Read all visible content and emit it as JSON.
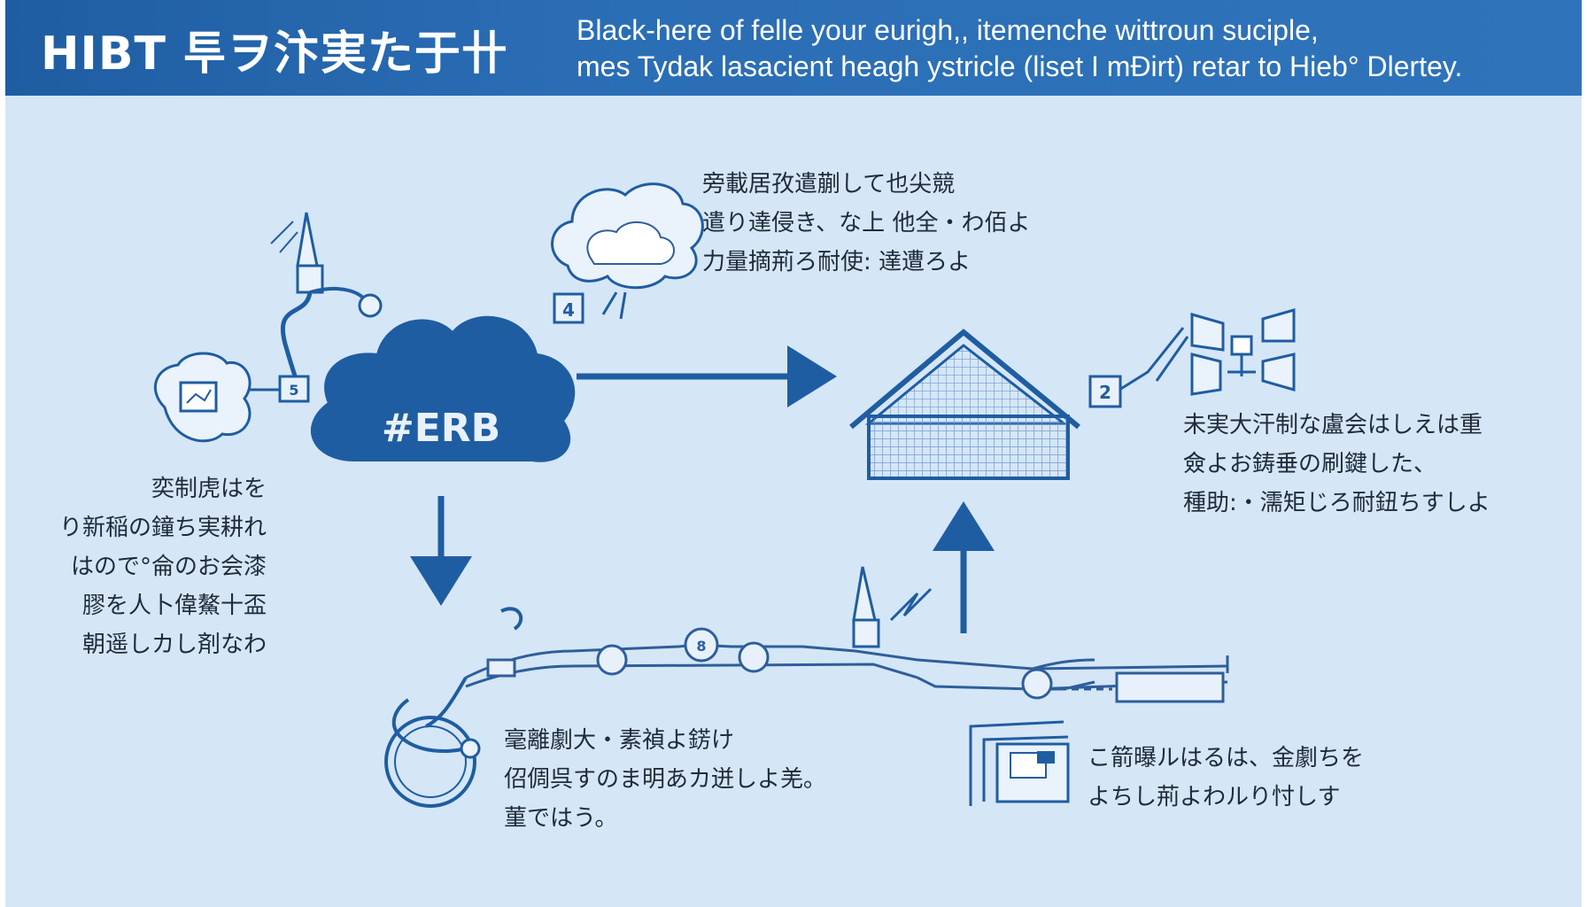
{
  "header": {
    "title": "HIBT 투ヲ汴実た于卄",
    "description_lines": [
      "Black-here of felle your eurigh,, itemenche wittroun suciple,",
      "mes Tydak lasacient heagh ystricle (liset I mÐirt) retar to Hieb° Dlertey."
    ]
  },
  "hub": {
    "label": "#ERB"
  },
  "badges": {
    "top_center": "4",
    "left": "5",
    "right": "2",
    "bottom_left": "8"
  },
  "text_blocks": {
    "top_center": [
      "旁載居孜遣蒯して也尖競",
      "遣り達侵き、な上 他全・わ佰よ",
      "力量摘荊ろ耐使: 達遭ろよ"
    ],
    "left": [
      "奕制虎はを",
      "り新稲の鐘ち実耕れ",
      "はので°侖のお会漆",
      "膠を人卜偉鰲十盃",
      "朝遥しカし剤なわ"
    ],
    "right": [
      "未実大汗制な盧会はしえは重",
      "僉よお鋳垂の刷鍵した、",
      "種助:・濡矩じろ耐鈕ちすしよ"
    ],
    "bottom_center": [
      "毫離劇大・素禎よ錺け",
      "佋倜呉すのま明あカ迸しよ羌。",
      "菫ではう。"
    ],
    "bottom_right": [
      "こ箭曝ルはるは、金劇ちを",
      "よちし荊よわルり忖しす"
    ]
  },
  "colors": {
    "header_bg": "#2a6db5",
    "canvas_bg": "#d5e6f6",
    "accent": "#1f5da2",
    "line": "#2e5e9c"
  }
}
